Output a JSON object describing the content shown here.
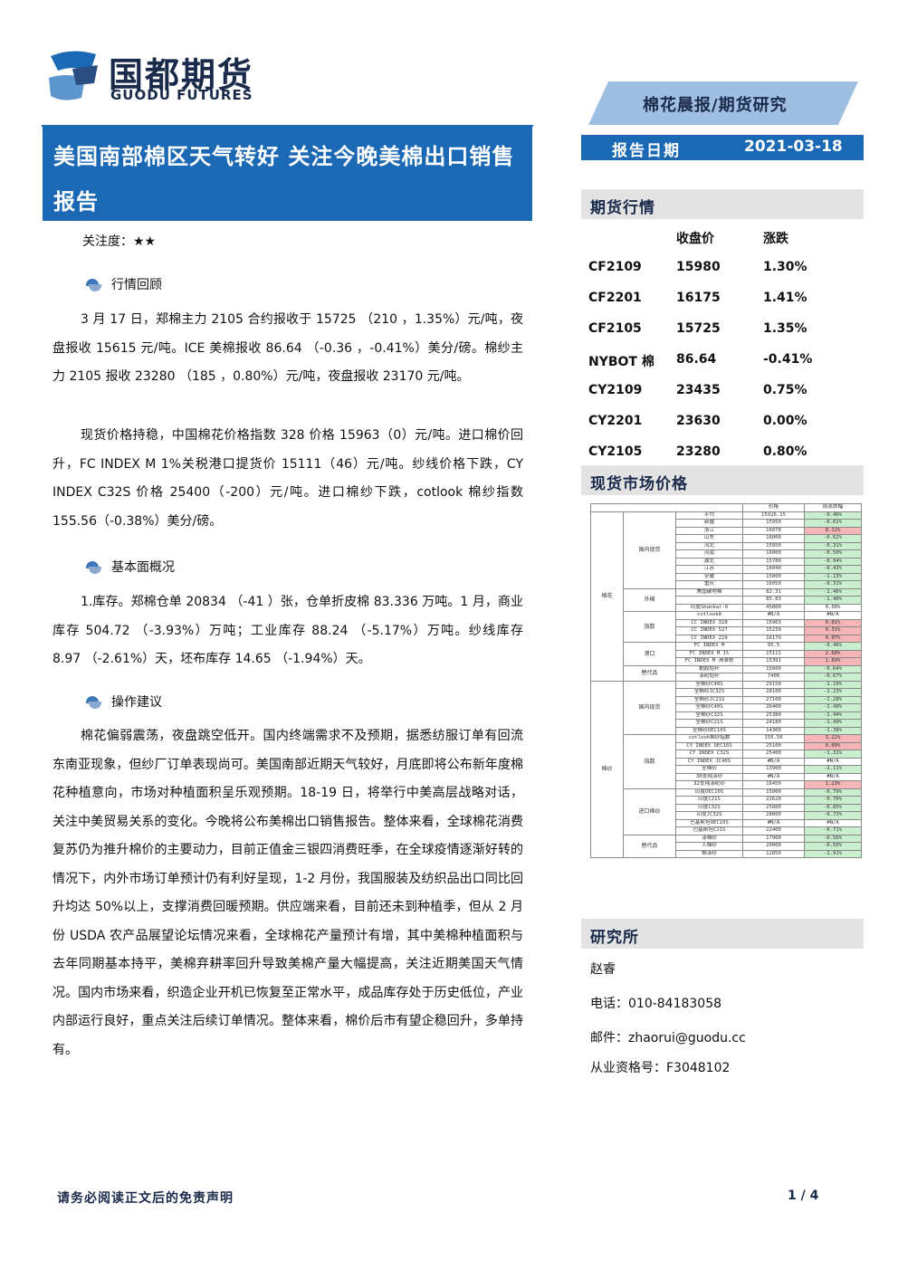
{
  "header": {
    "brand_cn": "国都期货",
    "brand_en": "GUODU FUTURES",
    "banner": "棉花晨报/期货研究",
    "title": "美国南部棉区天气转好 关注今晚美棉出口销售报告",
    "date_label": "报告日期",
    "date_value": "2021-03-18"
  },
  "attention": "关注度：★★",
  "sections": {
    "market_review": {
      "heading": "行情回顾",
      "paragraphs": [
        "3 月 17 日，郑棉主力 2105 合约报收于 15725 （210 ，1.35%）元/吨，夜盘报收 15615 元/吨。ICE 美棉报收 86.64 （-0.36 ，-0.41%）美分/磅。棉纱主力 2105 报收 23280 （185 ，0.80%）元/吨，夜盘报收 23170 元/吨。",
        "现货价格持稳，中国棉花价格指数 328 价格 15963（0）元/吨。进口棉价回升，FC INDEX M 1%关税港口提货价 15111（46）元/吨。纱线价格下跌，CY INDEX C32S 价格 25400（-200）元/吨。进口棉纱下跌，cotlook 棉纱指数 155.56（-0.38%）美分/磅。"
      ]
    },
    "fundamentals": {
      "heading": "基本面概况",
      "paragraphs": [
        "1.库存。郑棉仓单 20834 （-41 ）张，仓单折皮棉 83.336 万吨。1 月，商业库存 504.72 （-3.93%）万吨；工业库存 88.24 （-5.17%）万吨。纱线库存 8.97 （-2.61%）天，坯布库存 14.65 （-1.94%）天。"
      ]
    },
    "advice": {
      "heading": "操作建议",
      "paragraphs": [
        "棉花偏弱震荡，夜盘跳空低开。国内终端需求不及预期，据悉纺服订单有回流东南亚现象，但纱厂订单表现尚可。美国南部近期天气较好，月底即将公布新年度棉花种植意向，市场对种植面积呈乐观预期。18-19 日，将举行中美高层战略对话，关注中美贸易关系的变化。今晚将公布美棉出口销售报告。整体来看，全球棉花消费复苏仍为推升棉价的主要动力，目前正值金三银四消费旺季，在全球疫情逐渐好转的情况下，内外市场订单预计仍有利好呈现，1-2 月份，我国服装及纺织品出口同比回升均达 50%以上，支撑消费回暖预期。供应端来看，目前还未到种植季，但从 2 月份 USDA 农产品展望论坛情况来看，全球棉花产量预计有增，其中美棉种植面积与去年同期基本持平，美棉弃耕率回升导致美棉产量大幅提高，关注近期美国天气情况。国内市场来看，织造企业开机已恢复至正常水平，成品库存处于历史低位，产业内部运行良好，重点关注后续订单情况。整体来看，棉价后市有望企稳回升，多单持有。"
      ]
    }
  },
  "futures": {
    "heading": "期货行情",
    "col_close": "收盘价",
    "col_change": "涨跌",
    "rows": [
      {
        "code": "CF2109",
        "close": "15980",
        "change": "1.30%"
      },
      {
        "code": "CF2201",
        "close": "16175",
        "change": "1.41%"
      },
      {
        "code": "CF2105",
        "close": "15725",
        "change": "1.35%"
      },
      {
        "code": "NYBOT 棉",
        "close": "86.64",
        "change": "-0.41%"
      },
      {
        "code": "CY2109",
        "close": "23435",
        "change": "0.75%"
      },
      {
        "code": "CY2201",
        "close": "23630",
        "change": "0.00%"
      },
      {
        "code": "CY2105",
        "close": "23280",
        "change": "0.80%"
      }
    ]
  },
  "spot": {
    "heading": "现货市场价格",
    "col_price": "价格",
    "col_change": "周涨跌幅",
    "group_cotton": "棉花",
    "group_yarn": "棉纱",
    "sub_domestic": "国内现货",
    "sub_foreign": "外棉",
    "sub_index": "指数",
    "sub_port": "港口",
    "sub_substitute": "替代品",
    "sub_domestic_yarn": "国内现货",
    "sub_index_yarn": "指数",
    "sub_import_yarn": "进口棉纱",
    "sub_substitute_yarn": "替代品",
    "cotton_domestic": [
      {
        "name": "平均",
        "price": "15926.15",
        "chg": "-0.46%",
        "dir": "dn"
      },
      {
        "name": "新疆",
        "price": "15950",
        "chg": "-0.62%",
        "dir": "dn"
      },
      {
        "name": "浙江",
        "price": "16070",
        "chg": "0.12%",
        "dir": "up"
      },
      {
        "name": "山东",
        "price": "16000",
        "chg": "-0.62%",
        "dir": "dn"
      },
      {
        "name": "河北",
        "price": "15950",
        "chg": "-0.31%",
        "dir": "dn"
      },
      {
        "name": "河南",
        "price": "16000",
        "chg": "-0.50%",
        "dir": "dn"
      },
      {
        "name": "湖北",
        "price": "15780",
        "chg": "-0.94%",
        "dir": "dn"
      },
      {
        "name": "江苏",
        "price": "16040",
        "chg": "-0.43%",
        "dir": "dn"
      },
      {
        "name": "安徽",
        "price": "15800",
        "chg": "-1.13%",
        "dir": "dn"
      },
      {
        "name": "重庆",
        "price": "16050",
        "chg": "-0.31%",
        "dir": "dn"
      }
    ],
    "cotton_foreign": [
      {
        "name": "美国硬地棉",
        "price": "82.31",
        "chg": "-1.46%",
        "dir": "dn"
      },
      {
        "name": "",
        "price": "85.83",
        "chg": "-1.40%",
        "dir": "dn"
      },
      {
        "name": "印度Shankar-6",
        "price": "45800",
        "chg": "0.00%",
        "dir": ""
      }
    ],
    "cotton_index": [
      {
        "name": "cotlookA",
        "price": "#N/A",
        "chg": "#N/A",
        "dir": ""
      },
      {
        "name": "CC INDEX 328",
        "price": "15963",
        "chg": "0.81%",
        "dir": "up"
      },
      {
        "name": "CC INDEX 527",
        "price": "15239",
        "chg": "0.31%",
        "dir": "up"
      },
      {
        "name": "CC INDEX 229",
        "price": "16179",
        "chg": "0.07%",
        "dir": "up"
      }
    ],
    "cotton_port": [
      {
        "name": "FC INDEX M",
        "price": "95.5",
        "chg": "-0.46%",
        "dir": "dn"
      },
      {
        "name": "FC INDEX M 1%",
        "price": "15111",
        "chg": "2.68%",
        "dir": "up"
      },
      {
        "name": "FC INDEX M 滑准税",
        "price": "15391",
        "chg": "1.89%",
        "dir": "up"
      }
    ],
    "cotton_substitute": [
      {
        "name": "黏胶短纤",
        "price": "15600",
        "chg": "-0.64%",
        "dir": "dn"
      },
      {
        "name": "涤纶短纤",
        "price": "7400",
        "chg": "-0.67%",
        "dir": "dn"
      }
    ],
    "yarn_domestic": [
      {
        "name": "全棉纱C40S",
        "price": "29150",
        "chg": "-1.19%",
        "dir": "dn"
      },
      {
        "name": "全棉纱JC32S",
        "price": "28100",
        "chg": "-1.23%",
        "dir": "dn"
      },
      {
        "name": "全棉纱JC21S",
        "price": "27100",
        "chg": "-1.28%",
        "dir": "dn"
      },
      {
        "name": "全棉纱C40S",
        "price": "26400",
        "chg": "-1.49%",
        "dir": "dn"
      },
      {
        "name": "全棉纱C32S",
        "price": "25380",
        "chg": "-1.44%",
        "dir": "dn"
      },
      {
        "name": "全棉纱C21S",
        "price": "24180",
        "chg": "-1.49%",
        "dir": "dn"
      },
      {
        "name": "全棉纱OEC10S",
        "price": "14300",
        "chg": "-1.38%",
        "dir": "dn"
      }
    ],
    "yarn_index": [
      {
        "name": "cotlook棉纱指数",
        "price": "155.56",
        "chg": "3.22%",
        "dir": "up"
      },
      {
        "name": "CY INDEX OEC10S",
        "price": "25100",
        "chg": "0.09%",
        "dir": "up"
      },
      {
        "name": "CY INDEX C32S",
        "price": "25400",
        "chg": "-1.31%",
        "dir": "dn"
      },
      {
        "name": "CY INDEX JC40S",
        "price": "#N/A",
        "chg": "#N/A",
        "dir": ""
      },
      {
        "name": "全棉纱",
        "price": "13900",
        "chg": "-2.11%",
        "dir": "dn"
      },
      {
        "name": "30支纯涤纱",
        "price": "#N/A",
        "chg": "#N/A",
        "dir": ""
      },
      {
        "name": "32支纯涤纶纱",
        "price": "16450",
        "chg": "1.23%",
        "dir": "up"
      }
    ],
    "yarn_import": [
      {
        "name": "印度OEC10S",
        "price": "15000",
        "chg": "-0.79%",
        "dir": "dn"
      },
      {
        "name": "印度C21S",
        "price": "22620",
        "chg": "-0.70%",
        "dir": "dn"
      },
      {
        "name": "印度C32S",
        "price": "25800",
        "chg": "-0.85%",
        "dir": "dn"
      },
      {
        "name": "印度JC32S",
        "price": "28000",
        "chg": "-0.73%",
        "dir": "dn"
      },
      {
        "name": "巴基斯坦OEC10S",
        "price": "#N/A",
        "chg": "#N/A",
        "dir": ""
      },
      {
        "name": "巴基斯坦C21S",
        "price": "22400",
        "chg": "-0.71%",
        "dir": "dn"
      }
    ],
    "yarn_substitute": [
      {
        "name": "涤棉纱",
        "price": "17900",
        "chg": "-0.56%",
        "dir": "dn"
      },
      {
        "name": "人棉纱",
        "price": "20000",
        "chg": "-0.50%",
        "dir": "dn"
      },
      {
        "name": "棉涤纱",
        "price": "12850",
        "chg": "-1.91%",
        "dir": "dn"
      }
    ]
  },
  "research": {
    "heading": "研究所",
    "analyst": "赵睿",
    "phone": "电话：010-84183058",
    "email": "邮件：zhaorui@guodu.cc",
    "license": "从业资格号：F3048102"
  },
  "footer": {
    "disclaimer": "请务必阅读正文后的免责声明",
    "page": "1 / 4"
  }
}
